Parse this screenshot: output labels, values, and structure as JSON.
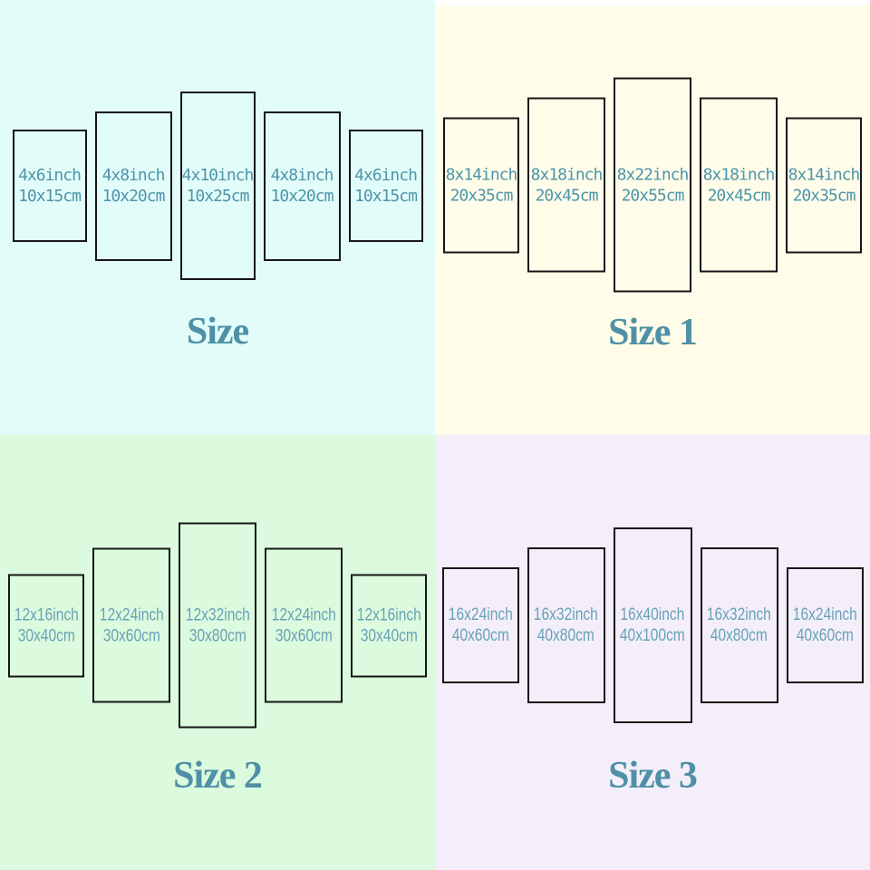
{
  "colors": {
    "top_left_background": "#e2fcfa",
    "top_right_background": "#fffdea",
    "bottom_left_background": "#dcfade",
    "bottom_right_background": "#f3eefa",
    "panel_border": "#161616",
    "top_panel_text": "#4d95aa",
    "bottom_panel_text": "#69a2b6",
    "title_text": "#4f90a6",
    "top_right_strip": "#ffffff"
  },
  "quadrants": [
    {
      "title": "Size",
      "background": "#e2fcfa",
      "panels": [
        {
          "inch": "4x6inch",
          "cm": "10x15cm"
        },
        {
          "inch": "4x8inch",
          "cm": "10x20cm"
        },
        {
          "inch": "4x10inch",
          "cm": "10x25cm"
        },
        {
          "inch": "4x8inch",
          "cm": "10x20cm"
        },
        {
          "inch": "4x6inch",
          "cm": "10x15cm"
        }
      ]
    },
    {
      "title": "Size 1",
      "background": "#fffdea",
      "panels": [
        {
          "inch": "8x14inch",
          "cm": "20x35cm"
        },
        {
          "inch": "8x18inch",
          "cm": "20x45cm"
        },
        {
          "inch": "8x22inch",
          "cm": "20x55cm"
        },
        {
          "inch": "8x18inch",
          "cm": "20x45cm"
        },
        {
          "inch": "8x14inch",
          "cm": "20x35cm"
        }
      ]
    },
    {
      "title": "Size 2",
      "background": "#dcfade",
      "panels": [
        {
          "inch": "12x16inch",
          "cm": "30x40cm"
        },
        {
          "inch": "12x24inch",
          "cm": "30x60cm"
        },
        {
          "inch": "12x32inch",
          "cm": "30x80cm"
        },
        {
          "inch": "12x24inch",
          "cm": "30x60cm"
        },
        {
          "inch": "12x16inch",
          "cm": "30x40cm"
        }
      ]
    },
    {
      "title": "Size 3",
      "background": "#f3eefa",
      "panels": [
        {
          "inch": "16x24inch",
          "cm": "40x60cm"
        },
        {
          "inch": "16x32inch",
          "cm": "40x80cm"
        },
        {
          "inch": "16x40inch",
          "cm": "40x100cm"
        },
        {
          "inch": "16x32inch",
          "cm": "40x80cm"
        },
        {
          "inch": "16x24inch",
          "cm": "40x60cm"
        }
      ]
    }
  ]
}
